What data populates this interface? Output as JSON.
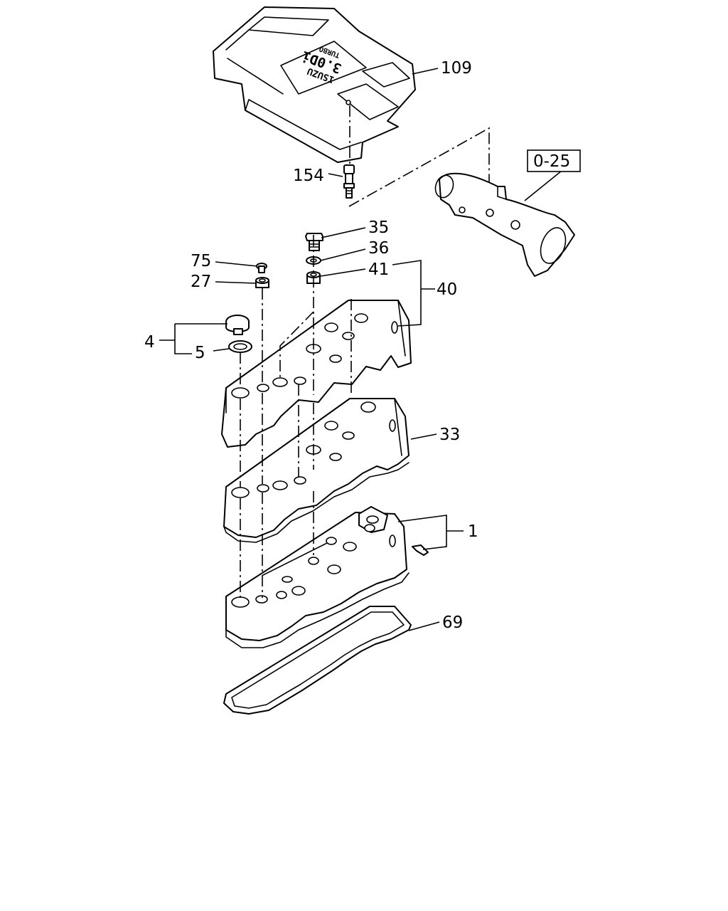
{
  "diagram": {
    "callouts": {
      "c109": "109",
      "c154": "154",
      "c0_25": "0-25",
      "c35": "35",
      "c36": "36",
      "c41": "41",
      "c40": "40",
      "c75": "75",
      "c27": "27",
      "c4": "4",
      "c5": "5",
      "c33": "33",
      "c1": "1",
      "c69": "69"
    },
    "cover_logo": {
      "brand": "ISUZU",
      "engine": "3.0Di",
      "badge": "TURBO"
    }
  }
}
